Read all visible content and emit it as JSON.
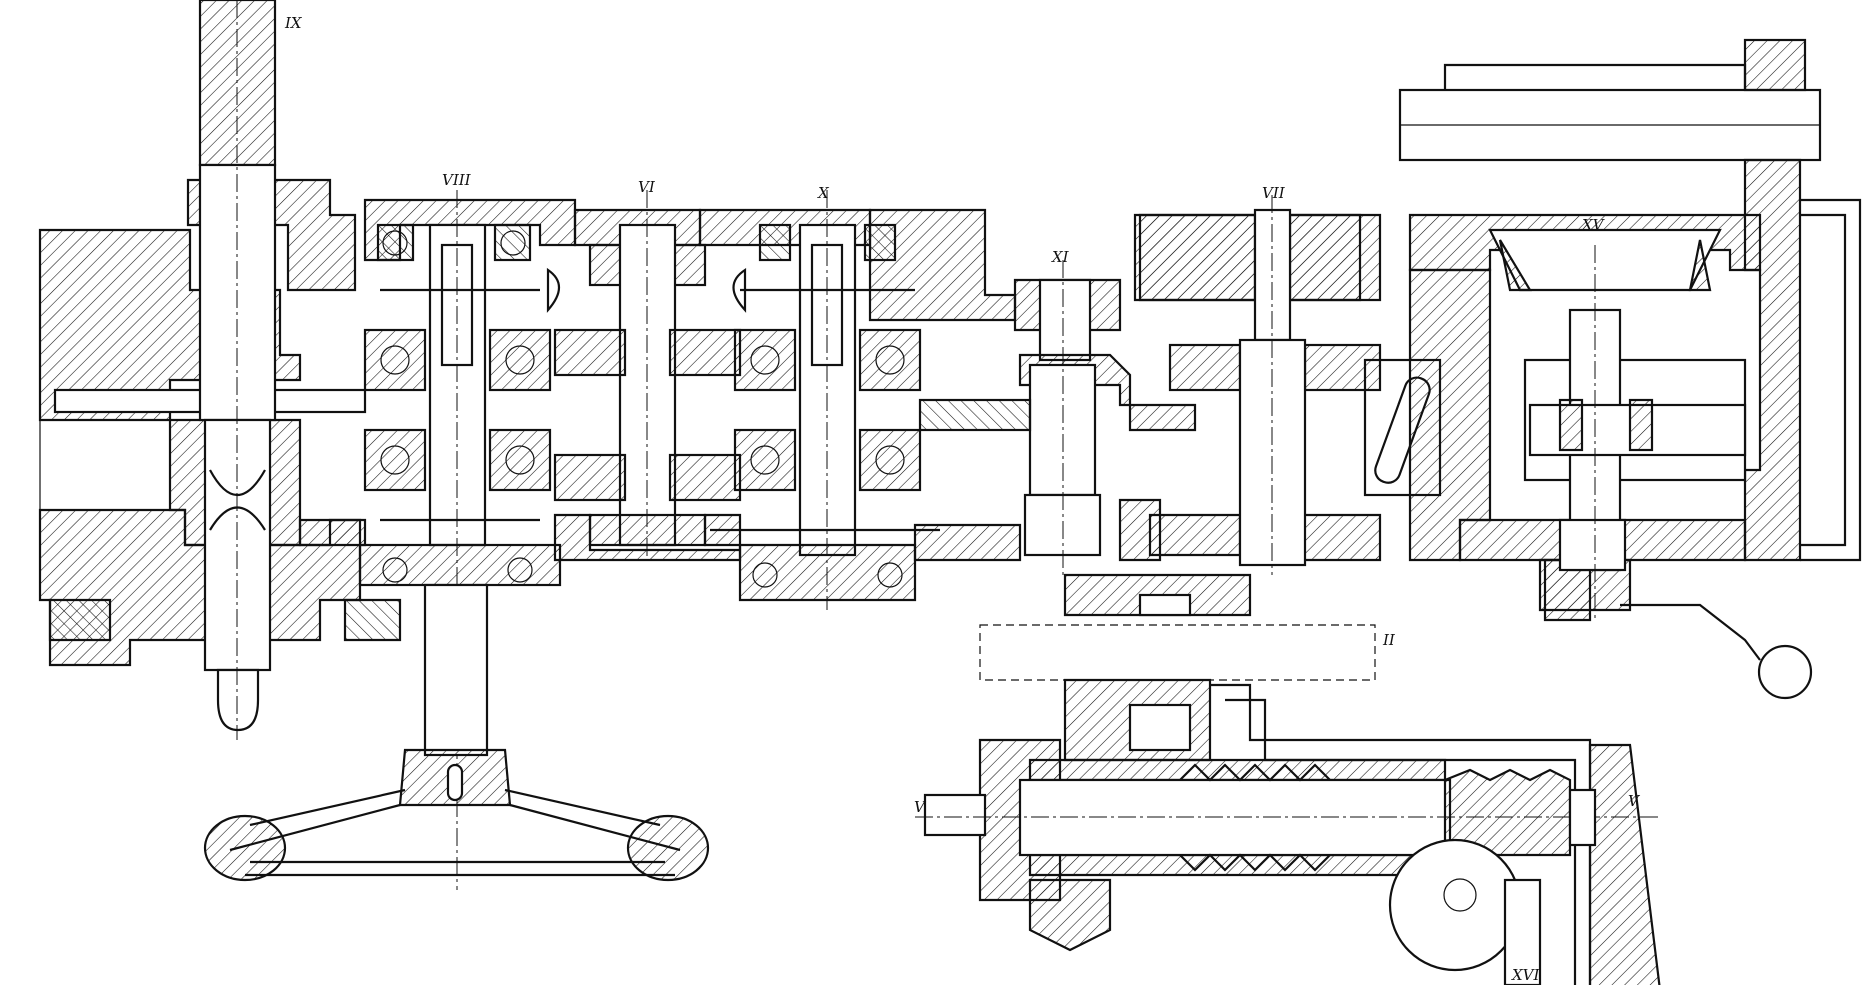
{
  "drawing": {
    "shaft_labels": {
      "ix": "IX",
      "viii": "VIII",
      "vi": "VI",
      "x": "X",
      "xi": "XI",
      "vii": "VII",
      "xv": "XV",
      "ii": "II",
      "v_left": "V",
      "v_right": "V",
      "xvi": "XVI"
    },
    "colors": {
      "ink": "#111111",
      "paper": "#ffffff"
    }
  }
}
